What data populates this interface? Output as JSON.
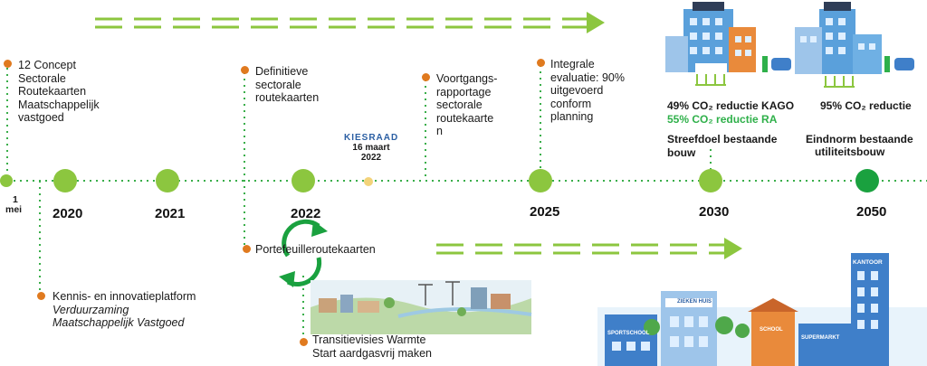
{
  "colors": {
    "accent_green": "#8cc63f",
    "dark_green": "#1aa13f",
    "orange_dot": "#e07a1f",
    "text_green": "#2fb04a"
  },
  "timeline": {
    "start_date": {
      "day": "1",
      "month": "mei"
    },
    "years": [
      "2020",
      "2021",
      "2022",
      "2025",
      "2030",
      "2050"
    ],
    "kiesraad": {
      "logo_text": "KIESRAAD",
      "date": "16 maart",
      "year": "2022"
    }
  },
  "notes": {
    "concept": [
      "12 Concept",
      "Sectorale",
      "Routekaarten",
      "Maatschappelijk",
      "vastgoed"
    ],
    "definitieve": [
      "Definitieve",
      "sectorale",
      "routekaarten"
    ],
    "voortgang": [
      "Voortgangs-",
      "rapportage",
      "sectorale",
      "routekaarte",
      "n"
    ],
    "integrale": [
      "Integrale",
      "evaluatie: 90%",
      "uitgevoerd",
      "conform",
      "planning"
    ],
    "portefeuille": "Portefeuilleroutekaarten",
    "kennis": {
      "title": "Kennis- en innovatieplatform",
      "line1": "Verduurzaming",
      "line2": "Maatschappelijk Vastgoed"
    },
    "transitie": [
      "Transitievisies Warmte",
      "Start aardgasvrij maken"
    ]
  },
  "targets": {
    "t2030": {
      "line1": "49% CO₂ reductie KAGO",
      "line2": "55% CO₂ reductie RA",
      "line3": "Streefdoel bestaande",
      "line4": "bouw"
    },
    "t2050": {
      "line1": "95% CO₂ reductie",
      "line3": "Eindnorm bestaande",
      "line4": "utiliteitsbouw"
    }
  },
  "buildings": {
    "sign1": "SPORTSCHOOL",
    "sign2": "ZIEKEN HUIS",
    "sign3": "SCHOOL",
    "sign4": "SUPERMARKT",
    "sign5": "KANTOOR"
  }
}
